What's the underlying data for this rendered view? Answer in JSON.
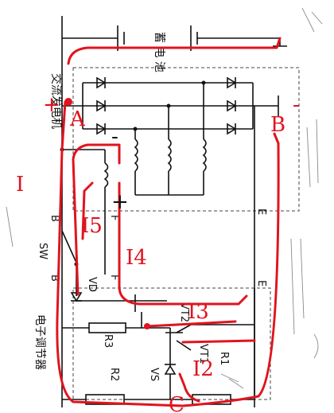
{
  "labels": {
    "battery": "蓄 电 池",
    "alternator": "交流发电机",
    "regulator": "电子调节器",
    "sw": "SW",
    "b_top": "B",
    "b_bottom": "B",
    "f_mid": "F",
    "f_bottom": "F",
    "e_mid": "E",
    "e_bottom": "E",
    "vd": "VD",
    "vt2": "VT2",
    "vt1": "VT1",
    "r3": "R3",
    "r2": "R2",
    "r1": "R1",
    "vs": "VS"
  },
  "annotations": {
    "point_a": "A",
    "point_b": "B",
    "point_c": "C",
    "current_i": "I",
    "current_i5": "I5",
    "current_i4": "I4",
    "current_i3": "I3",
    "current_i2": "I2",
    "plus_left": "+",
    "minus_right": "-",
    "plus_field": "+",
    "minus_field": "-"
  },
  "colors": {
    "ink": "#111111",
    "annotation": "#e0141e",
    "pencil": "#8a8a8a"
  }
}
